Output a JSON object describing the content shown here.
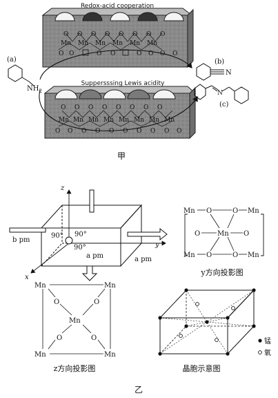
{
  "part_a": {
    "caption": "甲",
    "top_slab_label": "Redox-acid cooperation",
    "bottom_slab_label": "Suppersssing Lewis acidity",
    "mol_a_label": "(a)",
    "mol_a_nh2": "NH",
    "mol_a_nh2_sub": "2",
    "mol_b_label": "(b)",
    "mol_b_n": "N",
    "mol_c_label": "(c)",
    "mol_c_n": "N",
    "mn": "Mn",
    "o": "O"
  },
  "part_b": {
    "caption": "乙",
    "axis_z": "z",
    "axis_x": "x",
    "axis_y": "y",
    "angle": "90°",
    "dim_b": "b pm",
    "dim_a": "a pm",
    "mn": "Mn",
    "o": "O",
    "y_proj_caption": "y方向投影图",
    "z_proj_caption": "z方向投影图",
    "cell_caption": "晶胞示意图",
    "legend_mn": "锰",
    "legend_o": "氧"
  }
}
